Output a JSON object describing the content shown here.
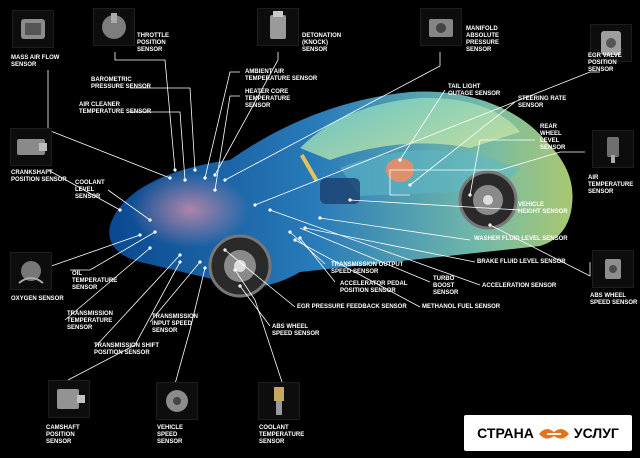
{
  "labels": {
    "maf": "MASS AIR FLOW\nSENSOR",
    "tps": "THROTTLE\nPOSITION\nSENSOR",
    "knock": "DETONATION\n(KNOCK)\nSENSOR",
    "map": "MANIFOLD\nABSOLUTE\nPRESSURE\nSENSOR",
    "egr_valve": "EGR VALVE\nPOSITION\nSENSOR",
    "baro": "BAROMETRIC\nPRESSURE SENSOR",
    "ambient": "AMBIENT AIR\nTEMPERATURE SENSOR",
    "air_cleaner": "AIR CLEANER\nTEMPERATURE SENSOR",
    "heater_core": "HEATER CORE\nTEMPERATURE\nSENSOR",
    "tail_light": "TAIL LIGHT\nOUTAGE SENSOR",
    "steering": "STEERING RATE\nSENSOR",
    "rear_level": "REAR\nWHEEL\nLEVEL\nSENSOR",
    "crankshaft": "CRANKSHAFT\nPOSITION SENSOR",
    "coolant_level": "COOLANT\nLEVEL\nSENSOR",
    "air_temp": "AIR\nTEMPERATURE\nSENSOR",
    "vehicle_height": "VEHICLE\nHEIGHT SENSOR",
    "washer": "WASHER FLUID LEVEL SENSOR",
    "oil_temp": "OIL\nTEMPERATURE\nSENSOR",
    "brake_fluid": "BRAKE FLUID LEVEL SENSOR",
    "oxygen": "OXYGEN SENSOR",
    "trans_output": "TRANSMISSION OUTPUT\nSPEED SENSOR",
    "accel_pedal": "ACCELERATOR PEDAL\nPOSITION SENSOR",
    "turbo": "TURBO\nBOOST\nSENSOR",
    "acceleration": "ACCELERATION SENSOR",
    "abs_wheel_r": "ABS WHEEL\nSPEED SENSOR",
    "egr_feedback": "EGR PRESSURE FEEDBACK SENSOR",
    "methanol": "METHANOL FUEL SENSOR",
    "trans_temp": "TRANSMISSION\nTEMPERATURE\nSENSOR",
    "trans_input": "TRANSMISSION\nINPUT SPEED\nSENSOR",
    "abs_wheel_l": "ABS WHEEL\nSPEED SENSOR",
    "trans_shift": "TRANSMISSION SHIFT\nPOSITION SENSOR",
    "camshaft": "CAMSHAFT\nPOSITION\nSENSOR",
    "vss": "VEHICLE\nSPEED\nSENSOR",
    "coolant_temp": "COOLANT\nTEMPERATURE\nSENSOR"
  },
  "badge": {
    "left": "СТРАНА",
    "right": "УСЛУГ",
    "icon": "handshake-icon"
  },
  "colors": {
    "background": "#000000",
    "car_body": "#1e73b8",
    "car_glass": "#7fd6c4",
    "line": "#ffffff",
    "badge_icon": "#e8721c"
  }
}
